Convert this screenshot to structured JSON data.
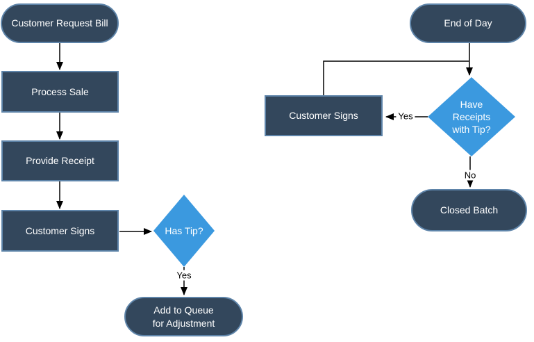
{
  "colors": {
    "node_fill": "#33475c",
    "node_border": "#5e84a9",
    "decision_fill": "#3b99df",
    "connector": "#000000",
    "node_text": "#ffffff",
    "label_text": "#000000"
  },
  "left_flow": {
    "start_label": "Customer Request Bill",
    "step1_label": "Process Sale",
    "step2_label": "Provide Receipt",
    "step3_label": "Customer Signs",
    "decision_label": "Has Tip?",
    "yes_label": "Yes",
    "end_label_line1": "Add to Queue",
    "end_label_line2": "for Adjustment"
  },
  "right_flow": {
    "start_label": "End of Day",
    "decision_label_line1": "Have",
    "decision_label_line2": "Receipts",
    "decision_label_line3": "with Tip?",
    "yes_label": "Yes",
    "no_label": "No",
    "step_label": "Customer Signs",
    "end_label": "Closed Batch"
  }
}
